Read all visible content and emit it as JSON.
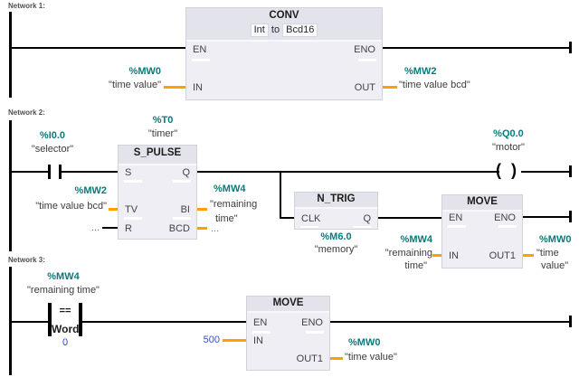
{
  "colors": {
    "address_teal": "#0a7b7b",
    "wire_orange": "#ffa000",
    "constant_blue": "#3051c9",
    "block_fill": "#eeeef4",
    "block_header": "#e3e3eb"
  },
  "glyphs": {
    "coil_open": "(",
    "coil_close": ")"
  },
  "net1": {
    "label": "Network 1:",
    "conv": {
      "title": "CONV",
      "dtype_in": "Int",
      "dtype_sep": "to",
      "dtype_out": "Bcd16",
      "pins": {
        "en": "EN",
        "eno": "ENO",
        "in": "IN",
        "out": "OUT"
      }
    },
    "in_operand": {
      "address": "%MW0",
      "name": "\"time value\""
    },
    "out_operand": {
      "address": "%MW2",
      "name": "\"time value bcd\""
    }
  },
  "net2": {
    "label": "Network 2:",
    "contact": {
      "address": "%I0.0",
      "name": "\"selector\""
    },
    "timer_tag": {
      "address": "%T0",
      "name": "\"timer\""
    },
    "s_pulse": {
      "title": "S_PULSE",
      "pins": {
        "s": "S",
        "q": "Q",
        "tv": "TV",
        "bi": "BI",
        "r": "R",
        "bcd": "BCD"
      }
    },
    "tv_operand": {
      "address": "%MW2",
      "name": "\"time value bcd\""
    },
    "r_operand": "...",
    "bi_operand": {
      "address": "%MW4",
      "name_line1": "\"remaining",
      "name_line2": "time\""
    },
    "bcd_operand": "...",
    "n_trig": {
      "title": "N_TRIG",
      "pins": {
        "clk": "CLK",
        "q": "Q"
      }
    },
    "m_operand": {
      "address": "%M6.0",
      "name": "\"memory\""
    },
    "coil": {
      "address": "%Q0.0",
      "name": "\"motor\""
    },
    "move": {
      "title": "MOVE",
      "pins": {
        "en": "EN",
        "eno": "ENO",
        "in": "IN",
        "out1": "OUT1"
      }
    },
    "move_in_operand": {
      "address": "%MW4",
      "name_line1": "\"remaining",
      "name_line2": "time\""
    },
    "move_out_operand": {
      "address": "%MW0",
      "name_line1": "\"time",
      "name_line2": "value\""
    }
  },
  "net3": {
    "label": "Network 3:",
    "compare": {
      "address": "%MW4",
      "name": "\"remaining time\"",
      "operator": "==",
      "dtype": "Word",
      "value": "0"
    },
    "move": {
      "title": "MOVE",
      "pins": {
        "en": "EN",
        "eno": "ENO",
        "in": "IN",
        "out1": "OUT1"
      }
    },
    "in_constant": "500",
    "out_operand": {
      "address": "%MW0",
      "name": "\"time value\""
    }
  }
}
